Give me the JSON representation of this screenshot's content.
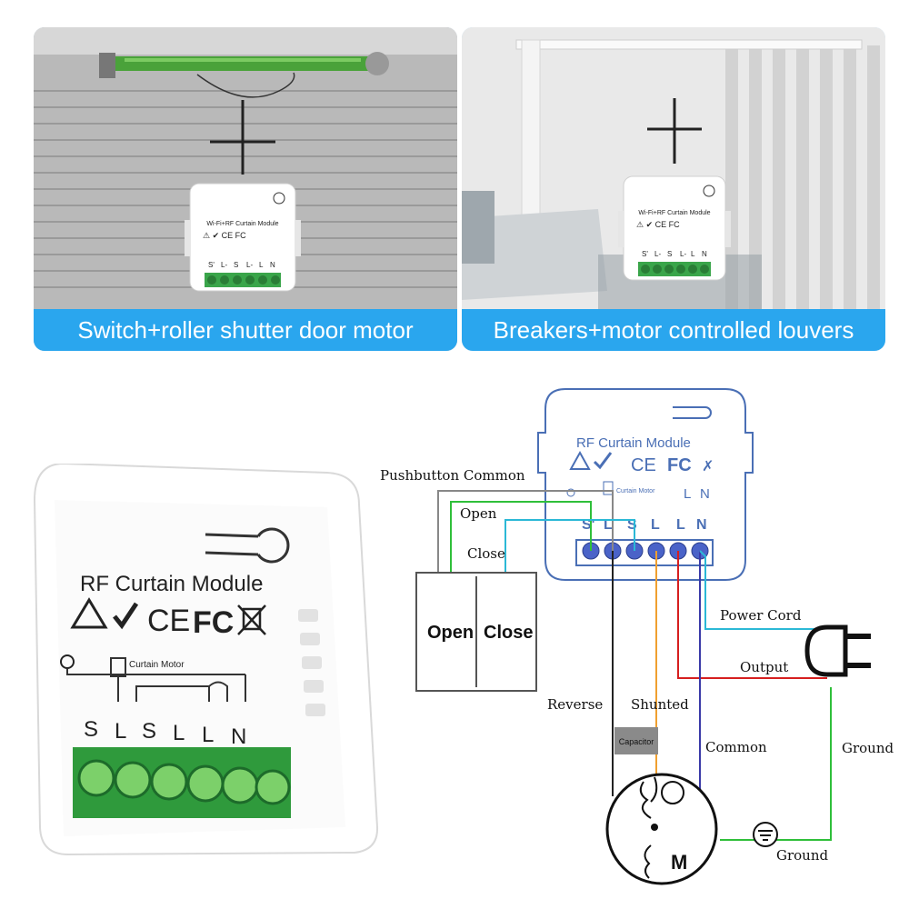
{
  "panels": [
    {
      "caption": "Switch+roller shutter door motor"
    },
    {
      "caption": "Breakers+motor controlled louvers"
    }
  ],
  "module_small": {
    "title": "Wi-Fi+RF Curtain Module",
    "terminals": [
      "S'",
      "L-",
      "S",
      "L-",
      "L",
      "N"
    ]
  },
  "module_photo": {
    "title": "RF Curtain Module",
    "motor_label": "Curtain Motor",
    "certs": [
      "CE",
      "FC"
    ],
    "terminals": [
      "S",
      "L",
      "S",
      "L",
      "L",
      "N"
    ]
  },
  "diagram": {
    "module_title": "RF Curtain Module",
    "motor_label": "Curtain Motor",
    "terminals": [
      "S'",
      "L",
      "S",
      "L",
      "L",
      "N"
    ],
    "labels": {
      "pushbutton_common": "Pushbutton Common",
      "open": "Open",
      "close": "Close",
      "power_cord": "Power Cord",
      "output": "Output",
      "reverse": "Reverse",
      "shunted": "Shunted",
      "common": "Common",
      "ground_right": "Ground",
      "ground_bottom": "Ground",
      "capacitor": "Capacitor"
    },
    "switch": {
      "open": "Open",
      "close": "Close"
    },
    "motor_symbol": "M"
  },
  "colors": {
    "caption_bg": "#2aa6ee",
    "wire_green": "#2fbf3a",
    "wire_cyan": "#2bb8d6",
    "wire_red": "#d61f1f",
    "wire_orange": "#f0a030",
    "wire_blue": "#3a3aa8",
    "wire_gray": "#888888",
    "module_outline": "#4a6fb5"
  }
}
